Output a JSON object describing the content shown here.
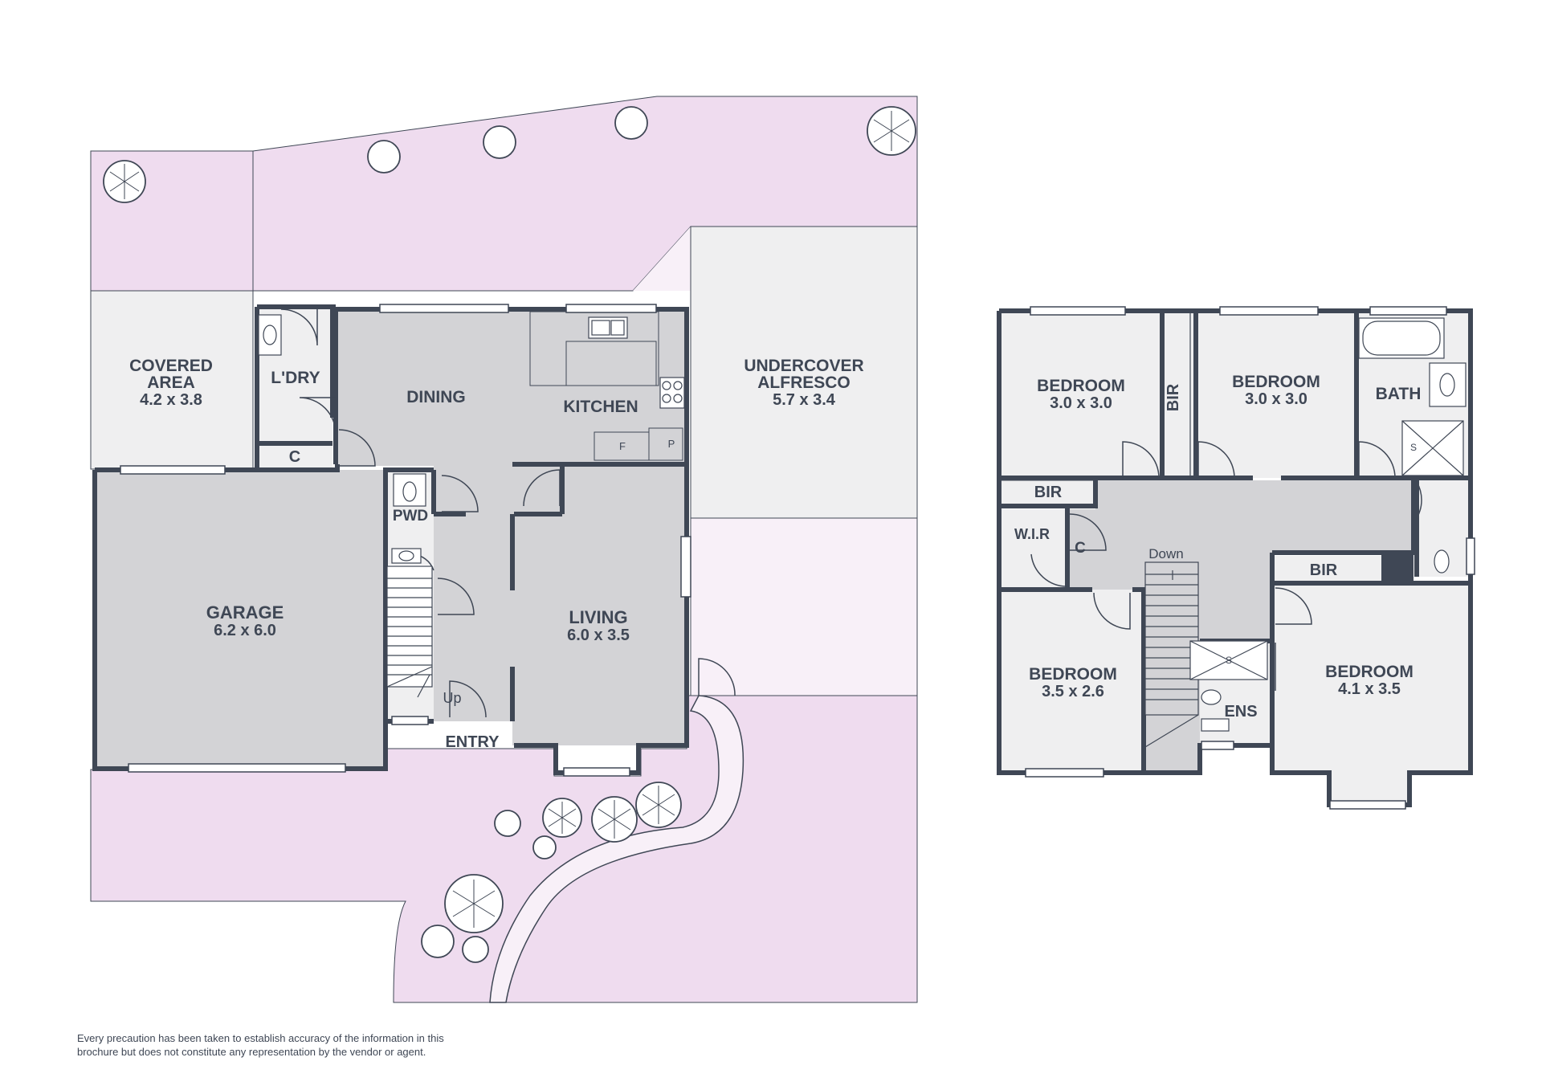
{
  "colors": {
    "wall": "#3f4755",
    "room_fill": "#d3d3d6",
    "light_room_fill": "#efeff0",
    "yard_fill": "#efdcef",
    "path_fill": "#f8f0f8"
  },
  "ground_floor": {
    "covered_area": {
      "name": "COVERED",
      "name2": "AREA",
      "dims": "4.2 x 3.8"
    },
    "laundry": {
      "name": "L'DRY"
    },
    "laundry_cupboard": {
      "name": "C"
    },
    "dining": {
      "name": "DINING"
    },
    "kitchen": {
      "name": "KITCHEN",
      "fridge": "F",
      "pantry": "P"
    },
    "alfresco": {
      "name": "UNDERCOVER",
      "name2": "ALFRESCO",
      "dims": "5.7 x 3.4"
    },
    "garage": {
      "name": "GARAGE",
      "dims": "6.2 x 6.0"
    },
    "powder": {
      "name": "PWD"
    },
    "living": {
      "name": "LIVING",
      "dims": "6.0 x 3.5"
    },
    "entry": {
      "name": "ENTRY"
    },
    "stairs": {
      "label": "Up"
    }
  },
  "upper_floor": {
    "bedroom_1": {
      "name": "BEDROOM",
      "dims": "3.0 x 3.0"
    },
    "bedroom_2": {
      "name": "BEDROOM",
      "dims": "3.0 x 3.0"
    },
    "bedroom_3": {
      "name": "BEDROOM",
      "dims": "3.5 x 2.6"
    },
    "bedroom_4": {
      "name": "BEDROOM",
      "dims": "4.1 x 3.5"
    },
    "bir_vertical": {
      "name": "BIR"
    },
    "bir_left": {
      "name": "BIR"
    },
    "bir_right": {
      "name": "BIR"
    },
    "bath": {
      "name": "BATH",
      "shower": "S"
    },
    "wir": {
      "name": "W.I.R"
    },
    "cupboard": {
      "name": "C"
    },
    "ensuite": {
      "name": "ENS",
      "shower": "S"
    },
    "stairs": {
      "label": "Down"
    }
  },
  "disclaimer": {
    "line1": "Every precaution has been taken to establish accuracy of the information in this",
    "line2": "brochure but does not constitute any representation by the vendor or agent."
  }
}
